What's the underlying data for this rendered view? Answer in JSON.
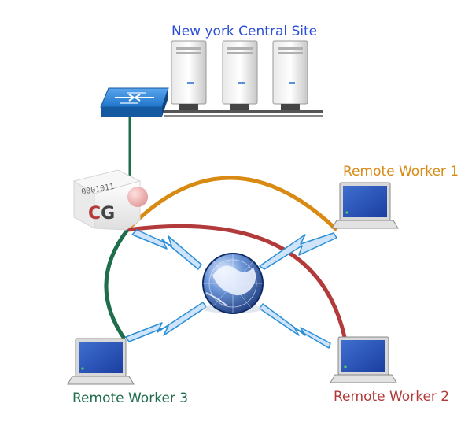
{
  "central_site": {
    "label": "New york Central Site",
    "color": "#2a4fd6",
    "server_count": 3
  },
  "gateway": {
    "binary_text": "0001011",
    "logo_c": "C",
    "logo_g": "G",
    "logo_c_color": "#b23a3a",
    "logo_g_color": "#444444"
  },
  "workers": [
    {
      "label": "Remote Worker 1",
      "color": "#d88a12"
    },
    {
      "label": "Remote Worker 2",
      "color": "#b23a3a"
    },
    {
      "label": "Remote Worker 3",
      "color": "#1f6e4b"
    }
  ],
  "internet": {
    "icon": "globe-icon"
  },
  "switch": {
    "icon": "network-switch-icon",
    "color": "#1f74c9"
  },
  "link_color": "#2a8fd6"
}
